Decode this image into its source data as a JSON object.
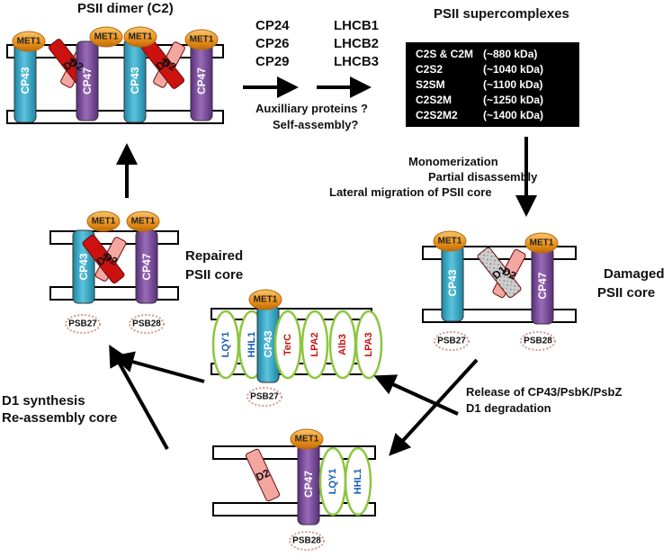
{
  "titles": {
    "dimer": "PSII dimer (C2)",
    "supercomplexes": "PSII supercomplexes"
  },
  "lhc": {
    "col1": [
      "CP24",
      "CP26",
      "CP29"
    ],
    "col2": [
      "LHCB1",
      "LHCB2",
      "LHCB3"
    ]
  },
  "auxiliary": [
    "Auxilliary proteins ?",
    "Self-assembly?"
  ],
  "supercomplex_table": [
    {
      "name": "C2S & C2M",
      "mass": "(~880 kDa)"
    },
    {
      "name": "C2S2",
      "mass": "(~1040 kDa)"
    },
    {
      "name": "S2SM",
      "mass": "(~1100 kDa)"
    },
    {
      "name": "C2S2M",
      "mass": "(~1250 kDa)"
    },
    {
      "name": "C2S2M2",
      "mass": "(~1400 kDa)"
    }
  ],
  "monomerization": [
    "Monomerization",
    "Partial disassembly",
    "Lateral migration of PSII core"
  ],
  "damaged_label": [
    "Damaged",
    "PSII core"
  ],
  "repaired_label": [
    "Repaired",
    "PSII core"
  ],
  "release": [
    "Release of CP43/PsbK/PsbZ",
    "D1 degradation"
  ],
  "synthesis": [
    "D1 synthesis",
    "Re-assembly core"
  ],
  "proteins": {
    "met1": "MET1",
    "cp43": "CP43",
    "cp47": "CP47",
    "d1": "D1",
    "d2": "D2",
    "psb27": "PSB27",
    "psb28": "PSB28",
    "lqy1": "LQY1",
    "hhl1": "HHL1",
    "terc": "TerC",
    "lpa2": "LPA2",
    "alb3": "Alb3",
    "lpa3": "LPA3"
  },
  "colors": {
    "cp43": "#3aaac8",
    "cp47": "#7a4a9a",
    "d1": "#cc1111",
    "d2": "#f4a6a0",
    "met1": "#e8901a",
    "green_ring": "#8cc63f",
    "label_blue": "#1a5fb4",
    "label_red": "#cc1111"
  }
}
